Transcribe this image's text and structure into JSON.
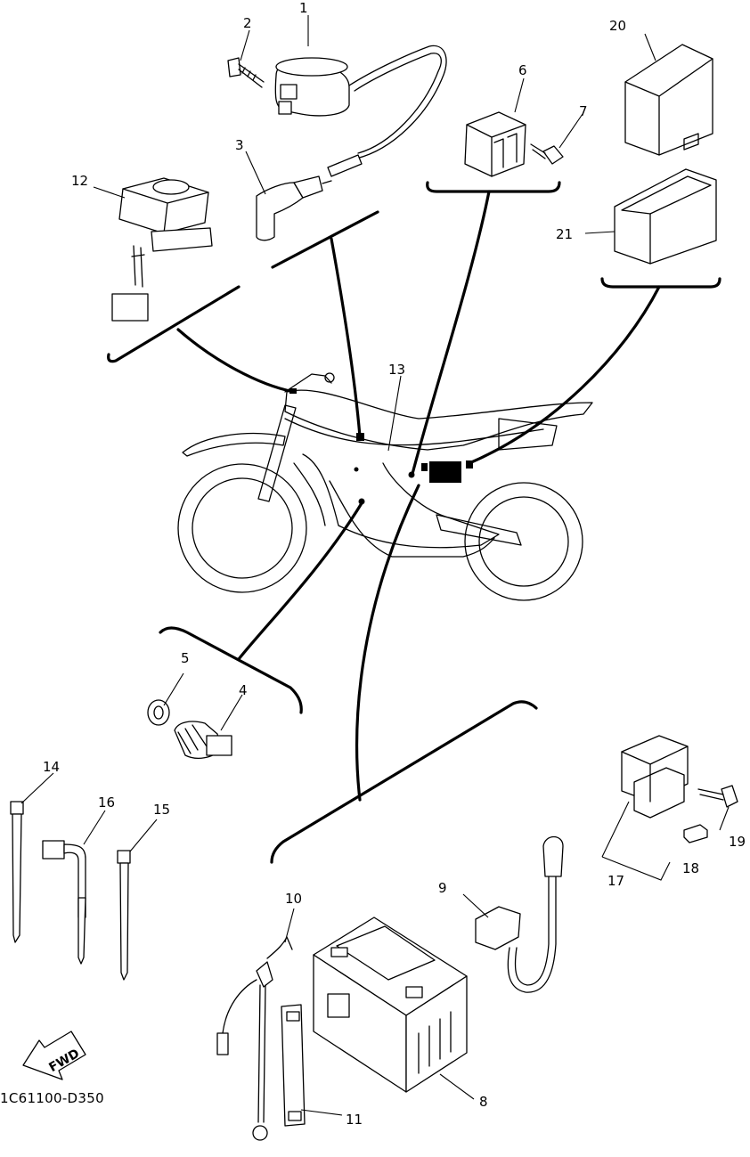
{
  "diagram": {
    "callouts": {
      "c1": "1",
      "c2": "2",
      "c3": "3",
      "c4": "4",
      "c5": "5",
      "c6": "6",
      "c7": "7",
      "c8": "8",
      "c9": "9",
      "c10": "10",
      "c11": "11",
      "c12": "12",
      "c13": "13",
      "c14": "14",
      "c15": "15",
      "c16": "16",
      "c17": "17",
      "c18": "18",
      "c19": "19",
      "c20": "20",
      "c21": "21"
    },
    "fwd_label": "FWD",
    "drawing_code": "1C61100-D350"
  }
}
